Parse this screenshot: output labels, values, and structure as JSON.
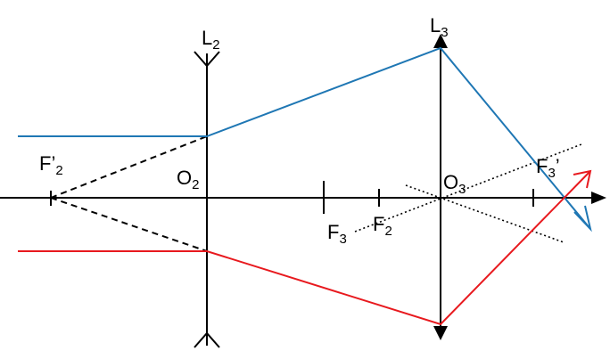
{
  "colors": {
    "axis": "#000000",
    "ray_top": "#1f77b4",
    "ray_bottom": "#e8191e",
    "construction": "#000000"
  },
  "labels": {
    "L2": {
      "main": "L",
      "sub": "2"
    },
    "L3": {
      "main": "L",
      "sub": "3"
    },
    "F2p": {
      "main": "F’",
      "sub": "2"
    },
    "O2": {
      "main": "O",
      "sub": "2"
    },
    "O3": {
      "main": "O",
      "sub": "3"
    },
    "F3": {
      "main": "F",
      "sub": "3"
    },
    "F2": {
      "main": "F",
      "sub": "2"
    },
    "F3p": {
      "main": "F",
      "sub": "3",
      "suffix": "’"
    }
  }
}
